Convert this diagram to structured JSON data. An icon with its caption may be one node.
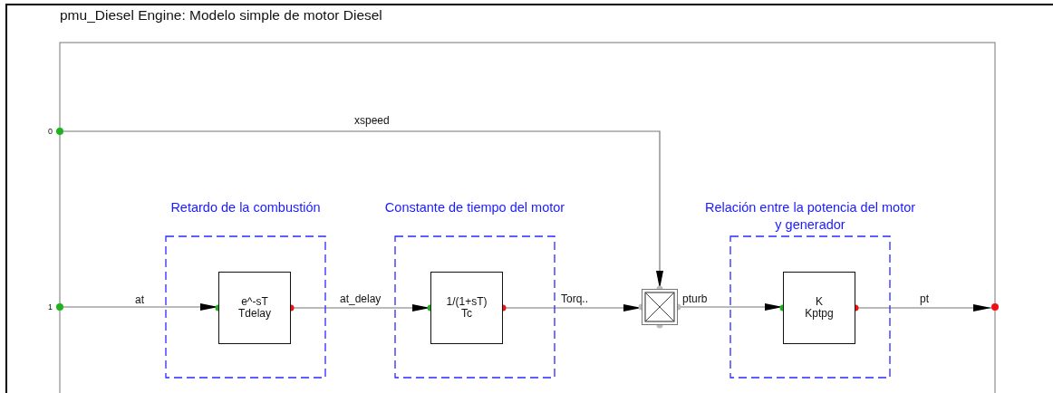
{
  "diagram": {
    "title": "pmu_Diesel Engine: Modelo simple de motor Diesel",
    "nodes": [
      {
        "text": [],
        "shape": "circle",
        "beside": [
          "0"
        ]
      },
      {
        "text": [],
        "shape": "circle",
        "beside": [
          "1"
        ]
      },
      {
        "text": [
          "Retardo de la combustión"
        ]
      },
      {
        "text": [
          "e^-sT",
          "Tdelay"
        ],
        "in": 2
      },
      {
        "text": [
          "Constante de tiempo del motor"
        ]
      },
      {
        "text": [
          "1/(1+sT)",
          "Tc"
        ],
        "in": 4
      },
      {
        "text": [],
        "shape": "box"
      },
      {
        "text": [
          "Relación entre la potencia del motor y generador"
        ]
      },
      {
        "text": [
          "K",
          "Kptpg"
        ],
        "in": 7
      },
      {
        "text": [],
        "shape": "circle"
      }
    ],
    "edges": [
      {
        "from": 1,
        "to": 3,
        "arrow": "to",
        "label": "at"
      },
      {
        "from": 3,
        "to": 5,
        "arrow": "to",
        "label": "at_delay"
      },
      {
        "from": 5,
        "to": 6,
        "arrow": "to",
        "label": "Torq.."
      },
      {
        "from": 0,
        "to": 6,
        "arrow": "to",
        "label": "xspeed"
      },
      {
        "from": 6,
        "to": 8,
        "arrow": "to",
        "label": "pturb"
      },
      {
        "from": 8,
        "to": 9,
        "arrow": "to",
        "label": "pt"
      }
    ]
  }
}
